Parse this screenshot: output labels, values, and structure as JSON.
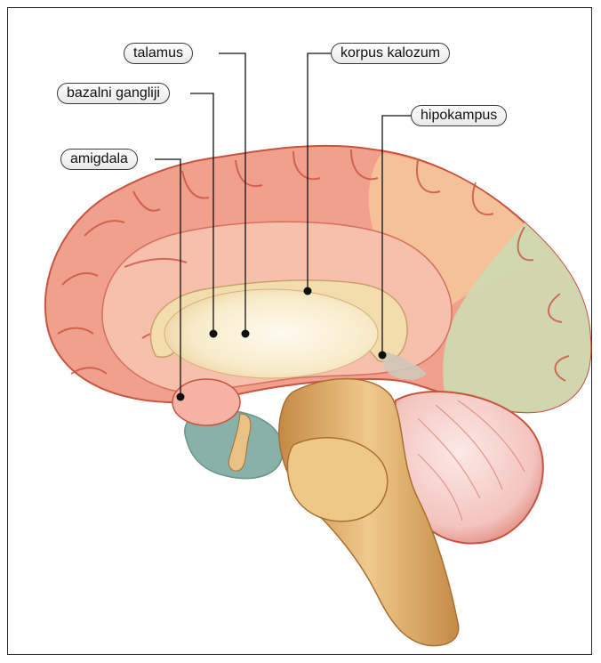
{
  "labels": {
    "talamus": "talamus",
    "korpus_kalozum": "korpus kalozum",
    "bazalni_gangliji": "bazalni gangliji",
    "hipokampus": "hipokampus",
    "amigdala": "amigdala"
  },
  "colors": {
    "cortex": "#f2a08e",
    "cortex_dark": "#c8533f",
    "frontal_light": "#f7c0ac",
    "parietal": "#f6c79a",
    "occipital": "#cfd9b0",
    "corpus_callosum": "#f3dcae",
    "thalamus": "#fbf1d6",
    "brainstem": "#e3b574",
    "cerebellum": "#f7d2cf",
    "temporal_teal": "#87b1a9"
  }
}
